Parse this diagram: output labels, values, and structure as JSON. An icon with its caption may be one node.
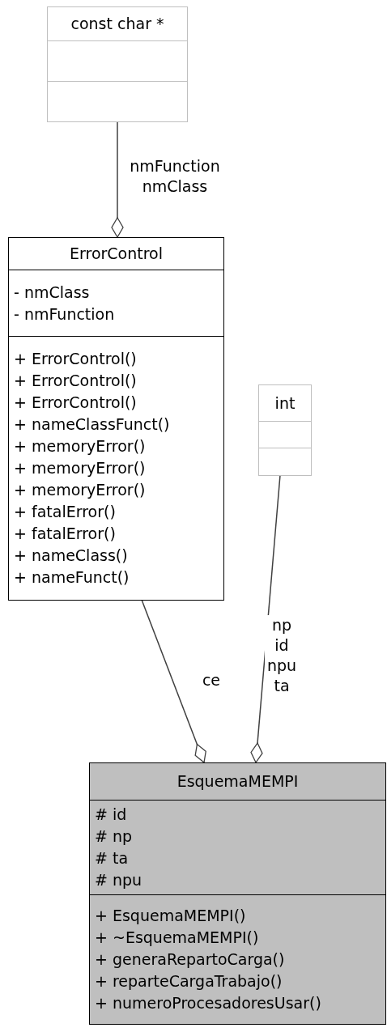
{
  "diagram": {
    "nodes": [
      {
        "text": [
          "const char *"
        ]
      },
      {
        "text": [],
        "shape": "box",
        "in": 0
      },
      {
        "text": [],
        "shape": "box",
        "in": 0
      },
      {
        "text": [
          "ErrorControl"
        ]
      },
      {
        "text": [
          "- nmClass",
          "- nmFunction"
        ],
        "in": 3
      },
      {
        "text": [
          "+ ErrorControl()",
          "+ ErrorControl()",
          "+ ErrorControl()",
          "+ nameClassFunct()",
          "+ memoryError()",
          "+ memoryError()",
          "+ memoryError()",
          "+ fatalError()",
          "+ fatalError()",
          "+ nameClass()",
          "+ nameFunct()"
        ],
        "in": 3
      },
      {
        "text": [
          "int"
        ]
      },
      {
        "text": [],
        "shape": "box",
        "in": 6
      },
      {
        "text": [],
        "shape": "box",
        "in": 6
      },
      {
        "text": [
          "EsquemaMEMPI"
        ]
      },
      {
        "text": [
          "# id",
          "# np",
          "# ta",
          "# npu"
        ],
        "in": 9
      },
      {
        "text": [
          "+ EsquemaMEMPI()",
          "+ ~EsquemaMEMPI()",
          "+ generaRepartoCarga()",
          "+ reparteCargaTrabajo()",
          "+ numeroProcesadoresUsar()"
        ],
        "in": 9
      }
    ],
    "edges": [
      {
        "from": 0,
        "to": 3,
        "arrow": "other",
        "label": "nmFunction nmClass"
      },
      {
        "from": 3,
        "to": 9,
        "arrow": "other",
        "label": "ce"
      },
      {
        "from": 6,
        "to": 9,
        "arrow": "other",
        "label": "np id npu ta"
      }
    ]
  }
}
